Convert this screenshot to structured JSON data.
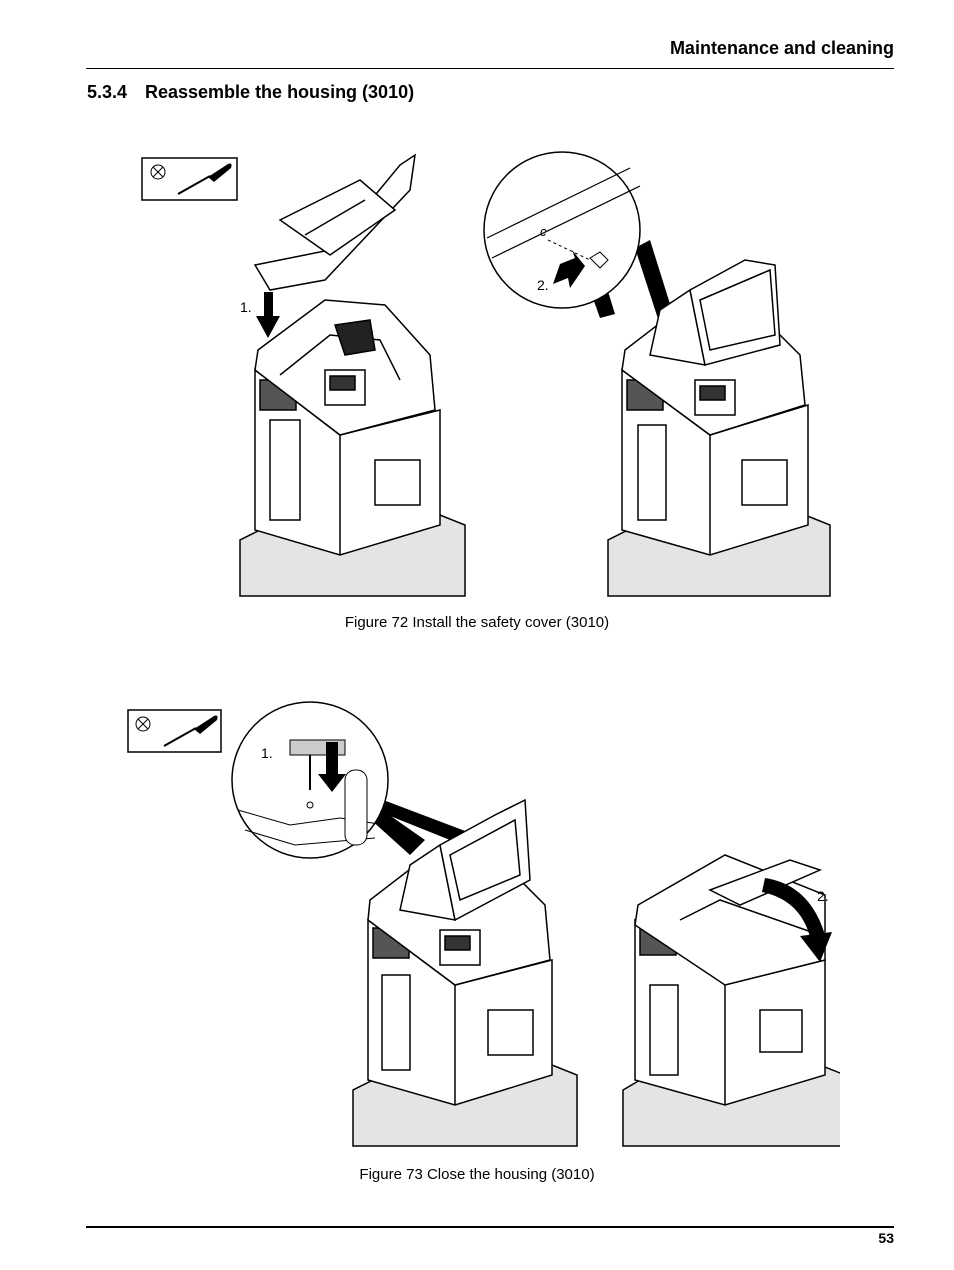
{
  "header": {
    "title": "Maintenance and cleaning"
  },
  "section": {
    "number": "5.3.4",
    "title": "Reassemble the housing (3010)"
  },
  "figure72": {
    "caption": "Figure 72 Install the safety cover (3010)",
    "step1": "1.",
    "step2": "2.",
    "detail_letter": "c"
  },
  "figure73": {
    "caption": "Figure 73 Close the housing (3010)",
    "step1": "1.",
    "step2": "2."
  },
  "tool_icon": {
    "name": "screwdriver-icon",
    "badge": "x-circle-icon"
  },
  "footer": {
    "page_number": "53"
  }
}
